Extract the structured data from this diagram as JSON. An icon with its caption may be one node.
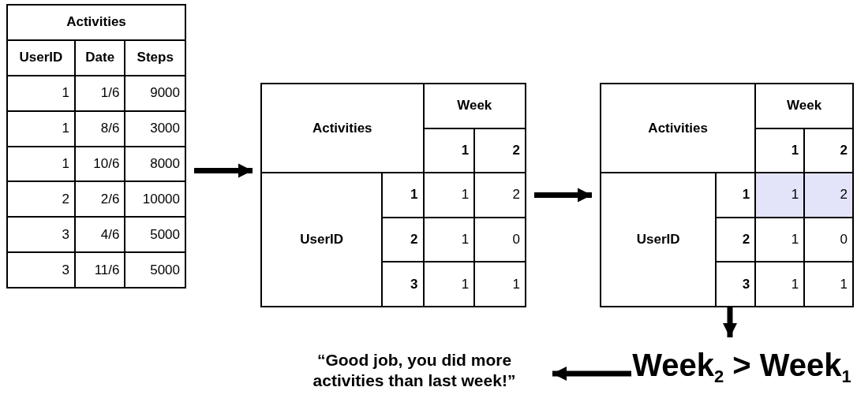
{
  "diagram": {
    "nodes": [
      {
        "text": [
          "Activities",
          "UserID",
          "Date",
          "Steps",
          "1",
          "1/6",
          "9000",
          "1",
          "8/6",
          "3000",
          "1",
          "10/6",
          "8000",
          "2",
          "2/6",
          "10000",
          "3",
          "4/6",
          "5000",
          "3",
          "11/6",
          "5000"
        ]
      },
      {
        "text": [
          "Activities",
          "Week",
          "1",
          "2",
          "UserID",
          "1",
          "1",
          "2",
          "2",
          "1",
          "0",
          "3",
          "1",
          "1"
        ]
      },
      {
        "text": [
          "Activities",
          "Week",
          "1",
          "2",
          "UserID",
          "1",
          "1",
          "2",
          "2",
          "1",
          "0",
          "3",
          "1",
          "1"
        ]
      },
      {
        "text": [
          "Week$_{2}$ > Week$_{1}$"
        ]
      },
      {
        "text": [
          "“Good job, you did more activities than last week!”"
        ]
      }
    ],
    "edges": [
      {
        "from": 0,
        "to": 1,
        "arrow": "to"
      },
      {
        "from": 1,
        "to": 2,
        "arrow": "to"
      },
      {
        "from": 2,
        "to": 3,
        "arrow": "to"
      },
      {
        "from": 3,
        "to": 4,
        "arrow": "to"
      }
    ]
  }
}
